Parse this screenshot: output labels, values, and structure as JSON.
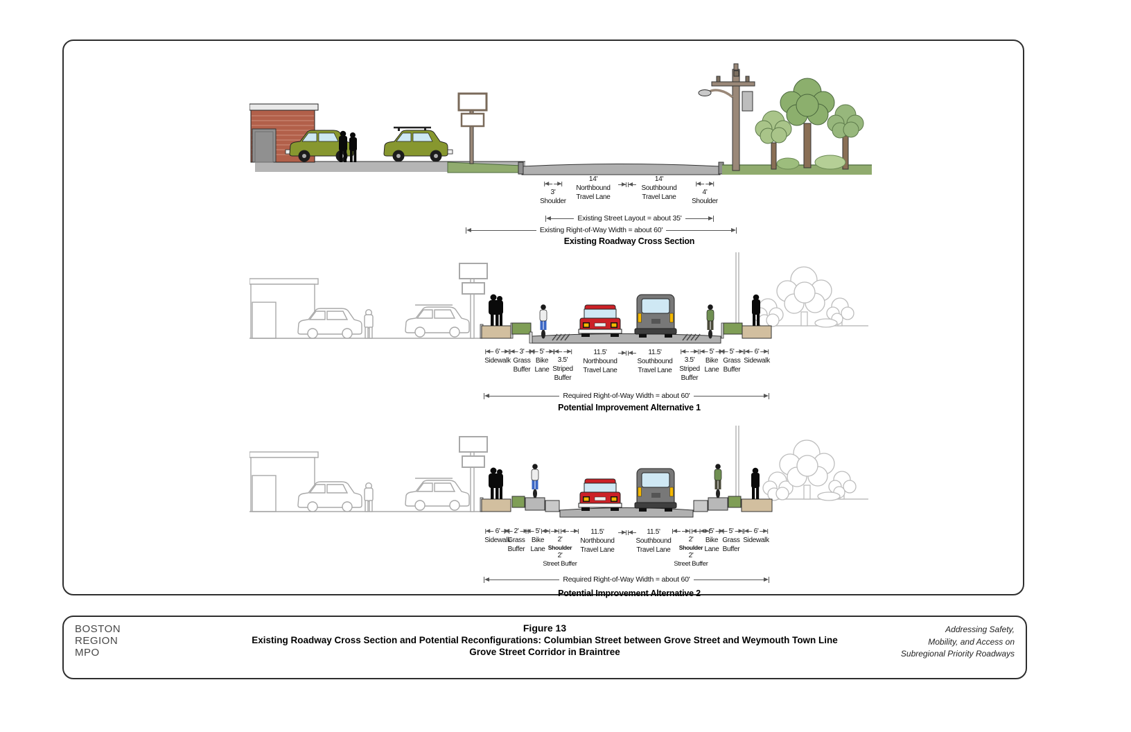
{
  "figure": {
    "number": "Figure 13",
    "title": "Existing Roadway Cross Section and Potential Reconfigurations: Columbian Street between Grove Street and Weymouth Town Line",
    "subtitle": "Grove Street Corridor in Braintree"
  },
  "footer": {
    "org1": "BOSTON",
    "org2": "REGION",
    "org3": "MPO",
    "tag1": "Addressing Safety,",
    "tag2": "Mobility, and Access on",
    "tag3": "Subregional Priority Roadways"
  },
  "existing": {
    "title": "Existing Roadway Cross Section",
    "span_layout": "Existing Street Layout = about 35'",
    "span_row": "Existing Right-of-Way Width = about 60'",
    "shoulder_left": {
      "dim": "3'",
      "name": "Shoulder"
    },
    "nb": {
      "dim": "14'",
      "l1": "Northbound",
      "l2": "Travel Lane"
    },
    "sb": {
      "dim": "14'",
      "l1": "Southbound",
      "l2": "Travel Lane"
    },
    "shoulder_right": {
      "dim": "4'",
      "name": "Shoulder"
    }
  },
  "alt1": {
    "title": "Potential Improvement Alternative 1",
    "span_row": "Required Right-of-Way Width = about 60'",
    "sidewalk_left": {
      "dim": "6'",
      "name": "Sidewalk"
    },
    "grass_left": {
      "dim": "3'",
      "l1": "Grass",
      "l2": "Buffer"
    },
    "bike_left": {
      "dim": "5'",
      "l1": "Bike",
      "l2": "Lane"
    },
    "striped_left": {
      "dim": "3.5'",
      "l1": "Striped",
      "l2": "Buffer"
    },
    "nb": {
      "dim": "11.5'",
      "l1": "Northbound",
      "l2": "Travel Lane"
    },
    "sb": {
      "dim": "11.5'",
      "l1": "Southbound",
      "l2": "Travel Lane"
    },
    "striped_right": {
      "dim": "3.5'",
      "l1": "Striped",
      "l2": "Buffer"
    },
    "bike_right": {
      "dim": "5'",
      "l1": "Bike",
      "l2": "Lane"
    },
    "grass_right": {
      "dim": "5'",
      "l1": "Grass",
      "l2": "Buffer"
    },
    "sidewalk_right": {
      "dim": "6'",
      "name": "Sidewalk"
    }
  },
  "alt2": {
    "title": "Potential Improvement Alternative 2",
    "span_row": "Required Right-of-Way Width = about 60'",
    "sidewalk_left": {
      "dim": "6'",
      "name": "Sidewalk"
    },
    "grass_left": {
      "dim": "2'",
      "l1": "Grass",
      "l2": "Buffer"
    },
    "bike_left": {
      "dim": "5'",
      "l1": "Bike",
      "l2": "Lane"
    },
    "shoulder_buffer_left": {
      "dim1": "2'",
      "n1": "Shoulder",
      "dim2": "2'",
      "n2": "Street Buffer"
    },
    "nb": {
      "dim": "11.5'",
      "l1": "Northbound",
      "l2": "Travel Lane"
    },
    "sb": {
      "dim": "11.5'",
      "l1": "Southbound",
      "l2": "Travel Lane"
    },
    "shoulder_buffer_right": {
      "dim1": "2'",
      "n1": "Shoulder",
      "dim2": "2'",
      "n2": "Street Buffer"
    },
    "bike_right": {
      "dim": "5'",
      "l1": "Bike",
      "l2": "Lane"
    },
    "grass_right": {
      "dim": "5'",
      "l1": "Grass",
      "l2": "Buffer"
    },
    "sidewalk_right": {
      "dim": "6'",
      "name": "Sidewalk"
    }
  },
  "colors": {
    "road": "#b0b0b0",
    "grass": "#90ab6e",
    "buffer_green": "#7f9e56",
    "sidewalk": "#d2bf9f",
    "brick": "#b2604a",
    "car_green": "#87972f",
    "car_red": "#cc2127",
    "van_gray": "#787878",
    "outline": "#a8a8a8"
  }
}
